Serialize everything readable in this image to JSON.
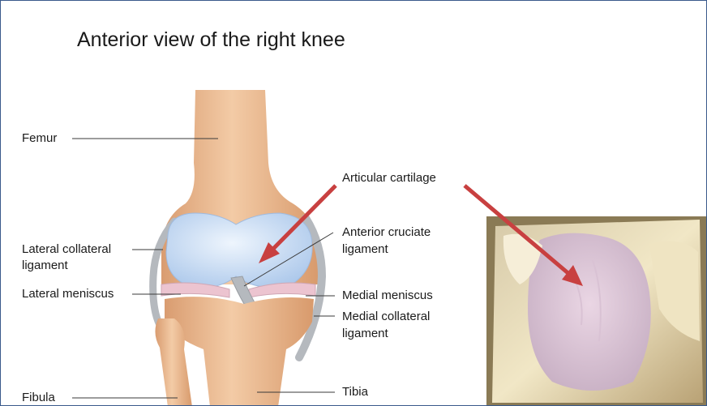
{
  "title": "Anterior view of the right knee",
  "labels": {
    "femur": "Femur",
    "lateral_collateral_ligament_1": "Lateral collateral",
    "lateral_collateral_ligament_2": "ligament",
    "lateral_meniscus": "Lateral meniscus",
    "fibula": "Fibula",
    "articular_cartilage": "Articular cartilage",
    "anterior_cruciate_ligament_1": "Anterior cruciate",
    "anterior_cruciate_ligament_2": "ligament",
    "medial_meniscus": "Medial meniscus",
    "medial_collateral_ligament_1": "Medial collateral",
    "medial_collateral_ligament_2": "ligament",
    "tibia": "Tibia"
  },
  "colors": {
    "bone": "#e8b48c",
    "cartilage": "#b9d2ee",
    "ligament": "#b5b9be",
    "meniscus": "#ecc4d0",
    "arrow": "#c84040",
    "frame_border": "#3a5a8c"
  }
}
